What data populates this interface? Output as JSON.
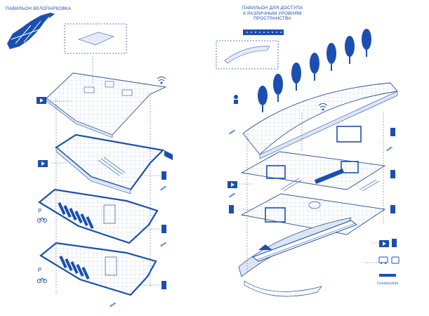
{
  "left_panel": {
    "title": "ПАВИЛЬОН ВЕЛОПАРКОВКА"
  },
  "right_panel": {
    "title_lines": [
      "ПАВИЛЬОН ДЛЯ ДОСТУПА",
      "К РАЗЛИЧНЫМ УРОВНЯМ",
      "ПРОСТРАНСТВА"
    ]
  },
  "annotations": {
    "construction": "Construction"
  },
  "colors": {
    "primary": "#1a4fb0",
    "line": "#2a4f9b",
    "light_fill": "#dbe5f5"
  },
  "icons": [
    "bicycle-icon",
    "parking-icon",
    "wifi-icon",
    "video-screen-icon",
    "elevator-icon",
    "stairs-icon",
    "tree-icon",
    "bus-icon",
    "train-icon",
    "person-icon"
  ]
}
